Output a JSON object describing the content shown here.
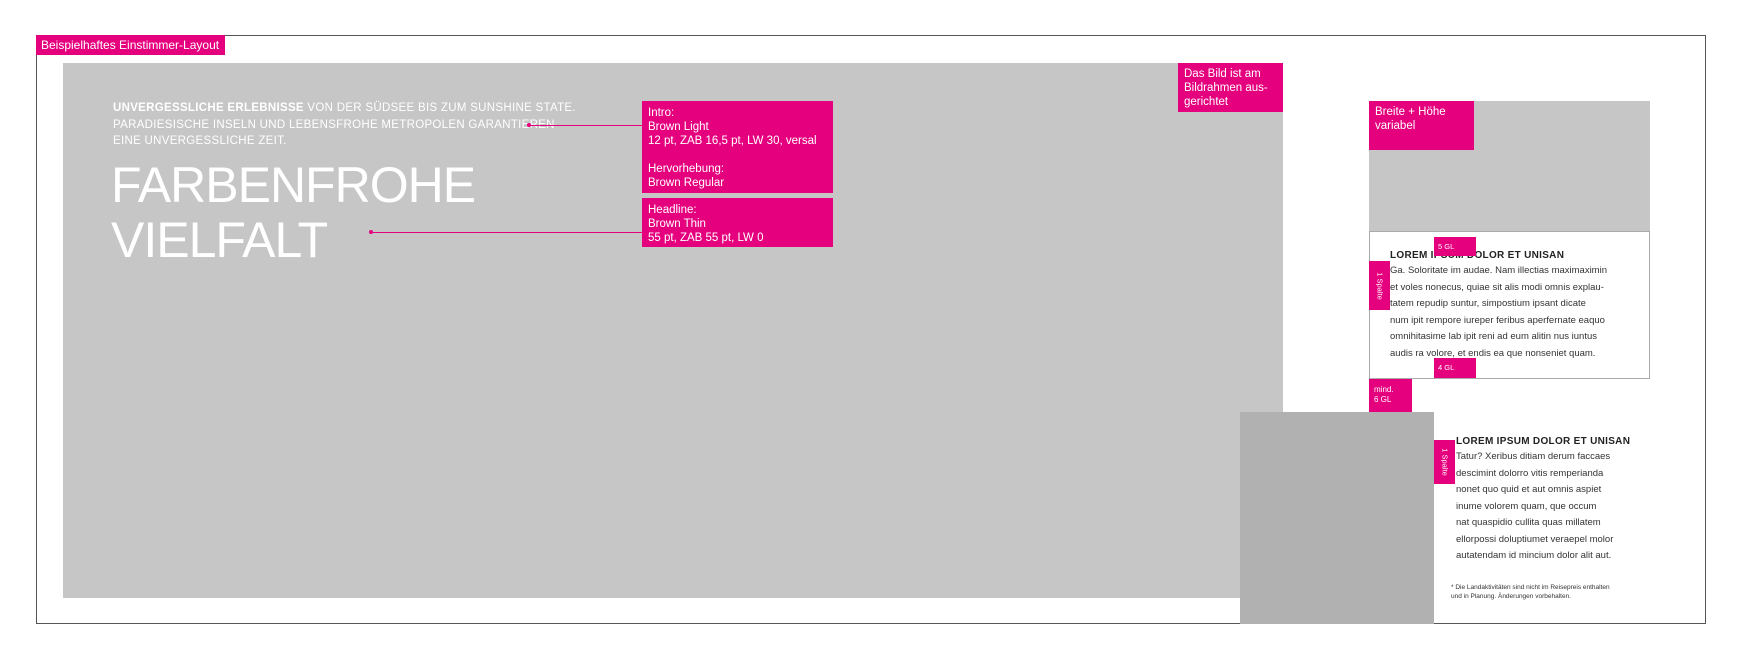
{
  "layout_label": "Beispielhaftes Einstimmer-Layout",
  "intro_text": {
    "bold": "UNVERGESSLICHE ERLEBNISSE",
    "rest": " VON DER SÜDSEE BIS ZUM SUNSHINE STATE. PARADIESISCHE INSELN UND LEBENSFROHE METROPOLEN GARANTIEREN EINE UNVERGESSLICHE ZEIT."
  },
  "headline": {
    "line1": "FARBENFROHE",
    "line2": "VIELFALT"
  },
  "annotations": {
    "intro": {
      "label": "Intro:",
      "font": "Brown Light",
      "spec": "12 pt, ZAB 16,5 pt, LW 30, versal",
      "emphasis_label": "Hervorhebung:",
      "emphasis_font": "Brown Regular"
    },
    "headline": {
      "label": "Headline:",
      "font": "Brown Thin",
      "spec": "55 pt, ZAB 55 pt, LW 0"
    },
    "image_aligned": {
      "line1": "Das Bild ist am",
      "line2": "Bildrahmen aus-",
      "line3": "gerichtet"
    },
    "size_variable": {
      "line1": "Breite + Höhe",
      "line2": "variabel"
    },
    "gl5": "5 GL",
    "gl4": "4 GL",
    "spalte1": "1 Spalte",
    "spalte2": "1 Spalte",
    "mind_line1": "mind.",
    "mind_line2": "6 GL"
  },
  "article1": {
    "title": "LOREM IPSUM DOLOR ET UNISAN",
    "lines": [
      "Ga. Soloritate im audae. Nam illectias maximaximin",
      "et voles nonecus, quiae sit alis modi omnis explau-",
      "tatem repudip suntur, simpostium ipsant dicate",
      "num ipit rempore iureper feribus aperfernate eaquo",
      "omnihitasime lab ipit reni ad eum alitin nus iuntus",
      "audis ra volore, et endis ea que nonseniet quam."
    ]
  },
  "article2": {
    "title": "LOREM IPSUM DOLOR ET UNISAN",
    "lines": [
      "Tatur? Xeribus ditiam derum faccaes",
      "descimint dolorro vitis remperianda",
      "nonet quo quid et aut omnis aspiet",
      "inume volorem quam, que occum",
      "nat quaspidio cullita quas millatem",
      "ellorpossi doluptiumet veraepel molor",
      "autatendam id mincium dolor alit aut."
    ]
  },
  "footnote": {
    "line1": "* Die Landaktivitäten sind nicht im Reisepreis enthalten",
    "line2": "und in Planung. Änderungen vorbehalten."
  },
  "colors": {
    "accent": "#e5007e",
    "image_placeholder": "#c6c6c6",
    "image_placeholder_dark": "#b1b1b1"
  }
}
